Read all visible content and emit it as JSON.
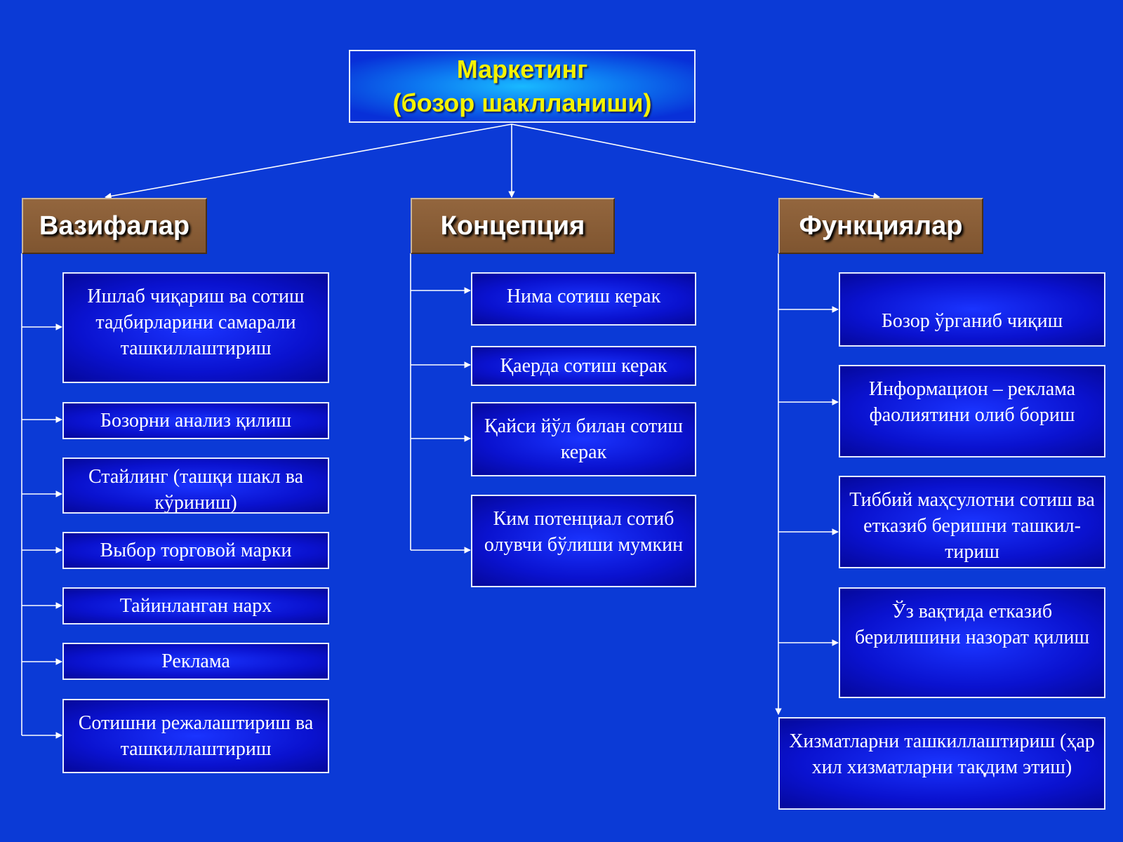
{
  "root": {
    "line1": "Маркетинг",
    "line2": "(бозор шаклланиши)"
  },
  "columns": {
    "tasks": {
      "header": "Вазифалар",
      "items": [
        "Ишлаб чиқариш ва сотиш тадбирларини самарали ташкиллаштириш",
        "Бозорни анализ қилиш",
        "Стайлинг (ташқи шакл ва кўриниш)",
        "Выбор торговой марки",
        "Тайинланган  нарх",
        "Реклама",
        "Сотишни режалаштириш ва ташкиллаштириш"
      ]
    },
    "concept": {
      "header": "Концепция",
      "items": [
        "Нима сотиш керак",
        "Қаерда сотиш керак",
        "Қайси йўл билан сотиш керак",
        "Ким потенциал сотиб олувчи бўлиши мумкин"
      ]
    },
    "functions": {
      "header": "Функциялар",
      "items": [
        "Бозор ўрганиб чиқиш",
        "Информацион – реклама фаолиятини олиб бориш",
        "Тиббий маҳсулотни сотиш ва етказиб беришни ташкил-тириш",
        "Ўз вақтида етказиб берилишини назорат қилиш",
        "Хизматларни ташкиллаштириш (ҳар хил хизматларни тақдим этиш)"
      ]
    }
  }
}
